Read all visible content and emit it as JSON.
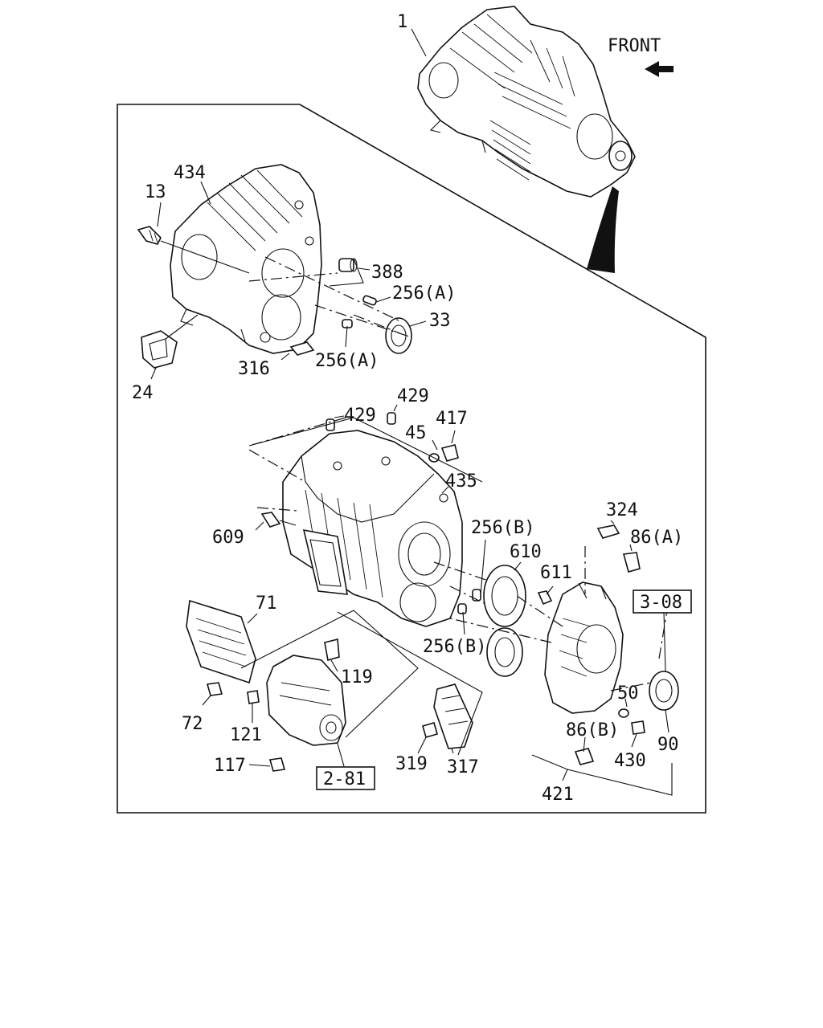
{
  "header": {
    "front_label": "FRONT"
  },
  "callouts": {
    "c1": "1",
    "c13": "13",
    "c434": "434",
    "c388": "388",
    "c256a_1": "256(A)",
    "c33": "33",
    "c256a_2": "256(A)",
    "c316": "316",
    "c24": "24",
    "c429_1": "429",
    "c429_2": "429",
    "c417": "417",
    "c45": "45",
    "c435": "435",
    "c609": "609",
    "c256b_1": "256(B)",
    "c610": "610",
    "c611": "611",
    "c324": "324",
    "c86a": "86(A)",
    "c71": "71",
    "c256b_2": "256(B)",
    "c119": "119",
    "c72": "72",
    "c121": "121",
    "c50": "50",
    "c86b": "86(B)",
    "c430": "430",
    "c90": "90",
    "c117": "117",
    "c319": "319",
    "c317": "317",
    "c421": "421"
  },
  "references": {
    "ref_308": "3-08",
    "ref_281": "2-81"
  },
  "icons": {
    "front_arrow": "front-arrow-icon",
    "direction_arrow": "curved-arrow-icon"
  }
}
